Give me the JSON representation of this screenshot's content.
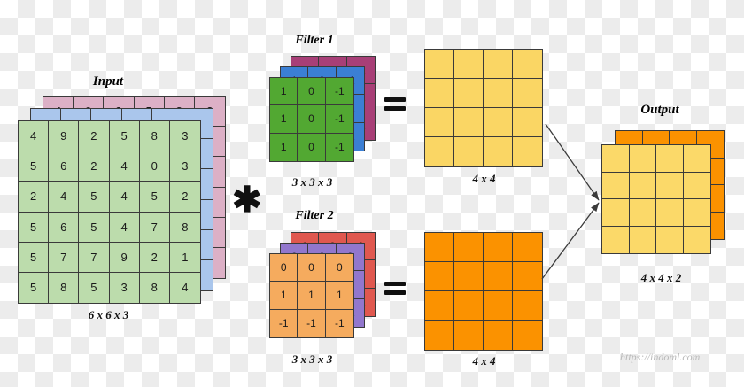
{
  "diagram": {
    "watermark": "https://indoml.com",
    "operator_convolution": "✱",
    "colors": {
      "input_front": "#bcdcac",
      "input_mid": "#aac6ec",
      "input_back": "#dcb0c6",
      "filter1_front": "#52a832",
      "filter1_mid": "#3b7fd4",
      "filter1_back": "#a83f77",
      "filter2_front": "#f5ab5e",
      "filter2_mid": "#9277cd",
      "filter2_back": "#e0584f",
      "feature_map1": "#fad664",
      "feature_map2": "#fb9200",
      "output_front": "#fbd969",
      "output_back": "#fb9200",
      "grid_line": "#3a3a3a"
    }
  },
  "input": {
    "title": "Input",
    "caption": "6 x 6 x 3",
    "rows": [
      [
        4,
        9,
        2,
        5,
        8,
        3
      ],
      [
        5,
        6,
        2,
        4,
        0,
        3
      ],
      [
        2,
        4,
        5,
        4,
        5,
        2
      ],
      [
        5,
        6,
        5,
        4,
        7,
        8
      ],
      [
        5,
        7,
        7,
        9,
        2,
        1
      ],
      [
        5,
        8,
        5,
        3,
        8,
        4
      ]
    ]
  },
  "filter1": {
    "title": "Filter 1",
    "caption": "3 x 3 x 3",
    "rows": [
      [
        1,
        0,
        -1
      ],
      [
        1,
        0,
        -1
      ],
      [
        1,
        0,
        -1
      ]
    ]
  },
  "filter2": {
    "title": "Filter 2",
    "caption": "3 x 3 x 3",
    "rows": [
      [
        0,
        0,
        0
      ],
      [
        1,
        1,
        1
      ],
      [
        -1,
        -1,
        -1
      ]
    ]
  },
  "feature_map1": {
    "caption": "4 x 4",
    "rows": 4,
    "cols": 4
  },
  "feature_map2": {
    "caption": "4 x 4",
    "rows": 4,
    "cols": 4
  },
  "output": {
    "title": "Output",
    "caption": "4 x 4 x 2",
    "rows": 4,
    "cols": 4
  }
}
